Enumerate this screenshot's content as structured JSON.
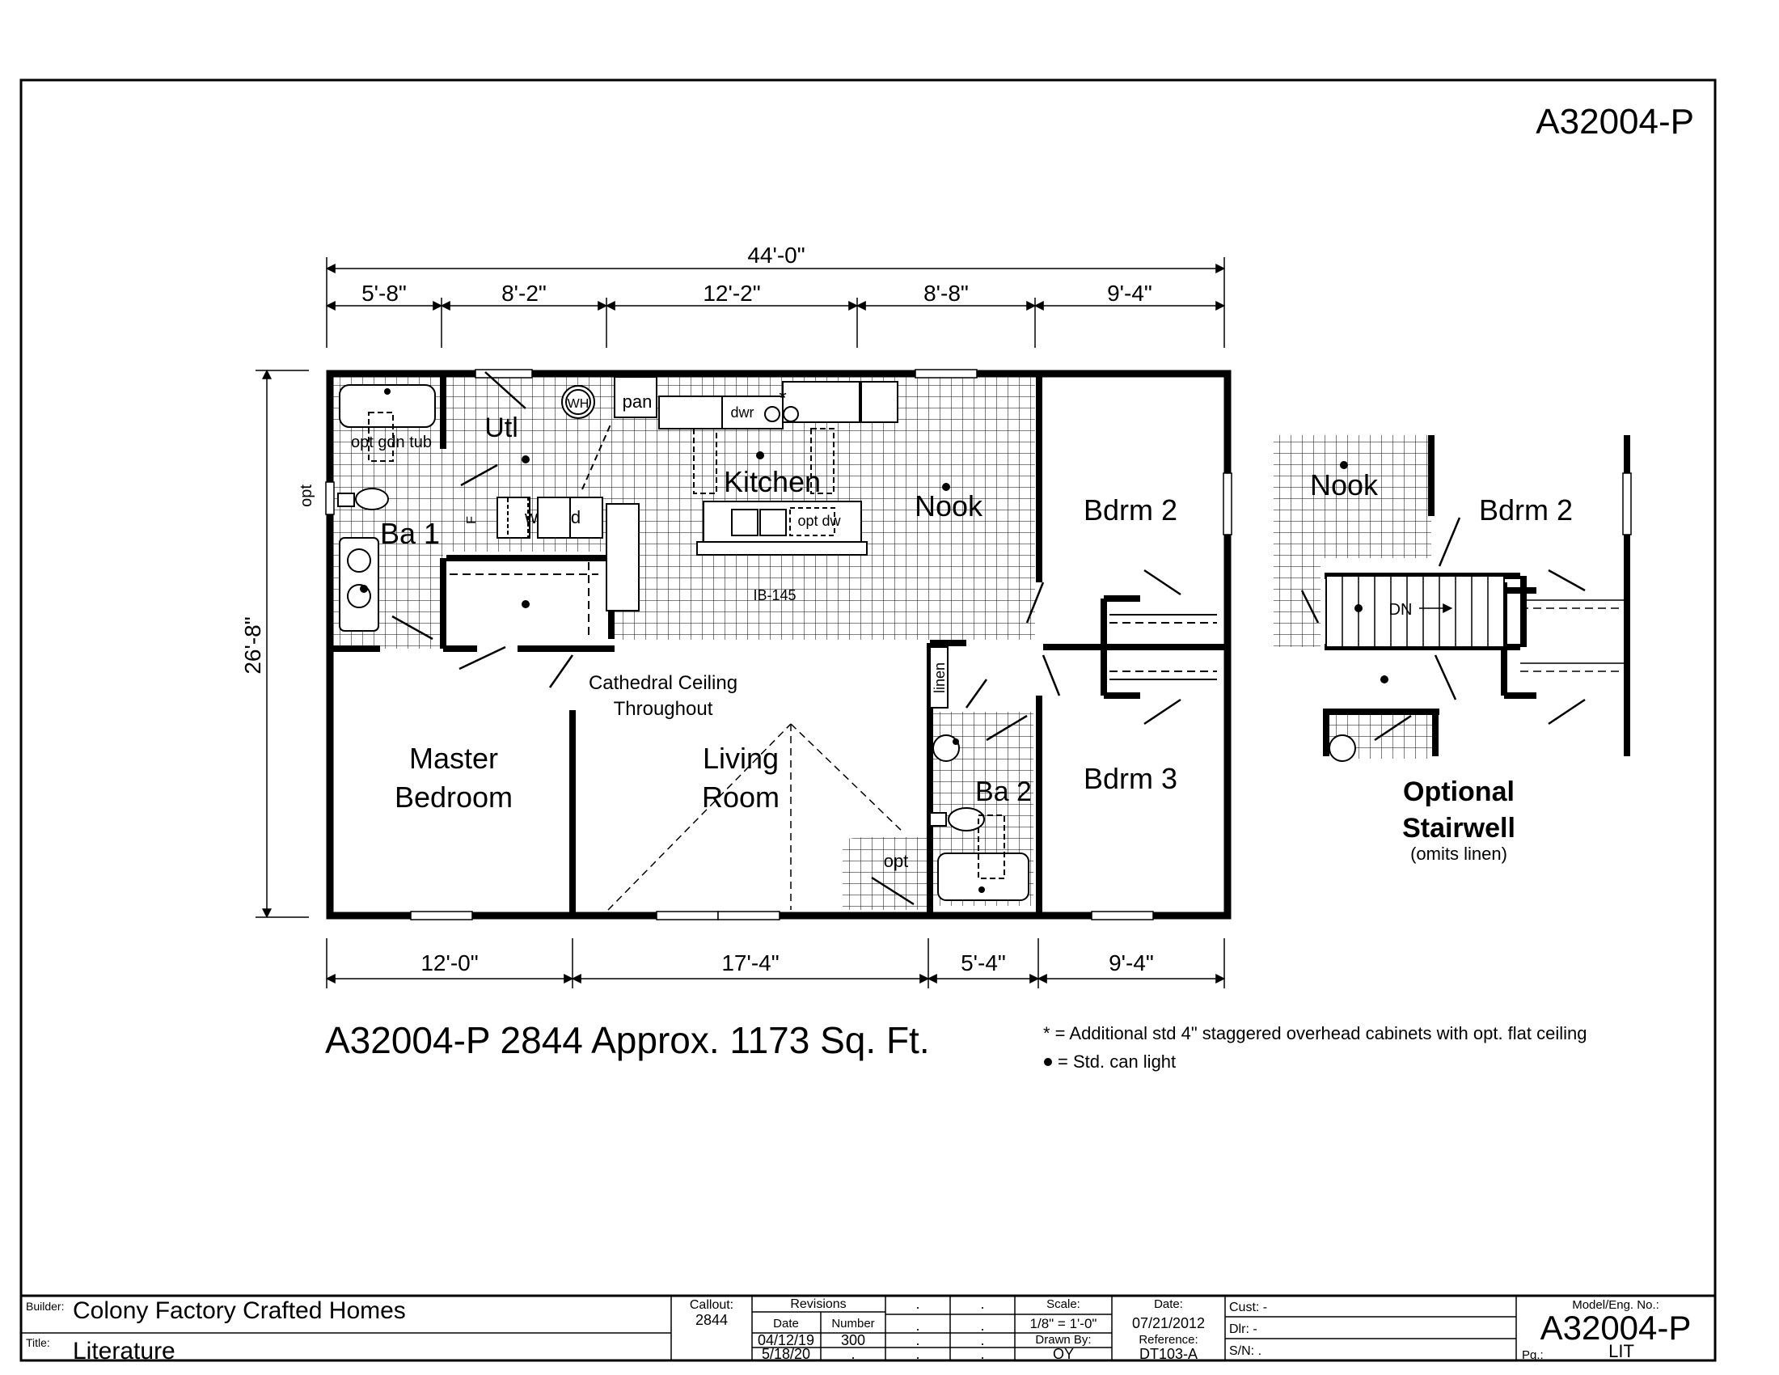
{
  "model_top": "A32004-P",
  "dimensions": {
    "overall_width": "44'-0\"",
    "top": [
      "5'-8\"",
      "8'-2\"",
      "12'-2\"",
      "8'-8\"",
      "9'-4\""
    ],
    "bottom": [
      "12'-0\"",
      "17'-4\"",
      "5'-4\"",
      "9'-4\""
    ],
    "depth": "26'-8\""
  },
  "labels": {
    "opt_window": "opt",
    "opt_tub": "opt gdn tub",
    "utl": "Utl",
    "wh": "WH",
    "pan": "pan",
    "dwr": "dwr",
    "star": "*",
    "kitchen": "Kitchen",
    "opt_dw": "opt dw",
    "island": "IB-145",
    "nook": "Nook",
    "bdrm2": "Bdrm 2",
    "ba1": "Ba 1",
    "f": "F",
    "w": "w",
    "d": "d",
    "cathedral_1": "Cathedral Ceiling",
    "cathedral_2": "Throughout",
    "master_1": "Master",
    "master_2": "Bedroom",
    "living_1": "Living",
    "living_2": "Room",
    "linen": "linen",
    "ba2": "Ba 2",
    "bdrm3": "Bdrm 3",
    "opt_fp": "opt"
  },
  "stairwell": {
    "nook": "Nook",
    "bdrm2": "Bdrm 2",
    "dn": "DN",
    "title_1": "Optional",
    "title_2": "Stairwell",
    "note": "(omits linen)"
  },
  "plan_caption": "A32004-P 2844  Approx. 1173 Sq. Ft.",
  "notes": {
    "cabinets": "* = Additional std 4\" staggered overhead cabinets with opt. flat ceiling",
    "can_light": "= Std. can light"
  },
  "title_block": {
    "builder_label": "Builder:",
    "builder": "Colony Factory Crafted Homes",
    "title_label": "Title:",
    "title": "Literature",
    "callout_label": "Callout:",
    "callout": "2844",
    "revisions_label": "Revisions",
    "date_label": "Date",
    "number_label": "Number",
    "rev1_date": "04/12/19",
    "rev1_number": "300",
    "rev2_date": "5/18/20",
    "rev2_number": ".",
    "dot": ".",
    "scale_label": "Scale:",
    "scale": "1/8\" = 1'-0\"",
    "drawn_label": "Drawn By:",
    "drawn": "OY",
    "date_label_2": "Date:",
    "date": "07/21/2012",
    "reference_label": "Reference:",
    "reference": "DT103-A",
    "cust": "Cust: -",
    "dlr": "Dlr:   -",
    "sn": "S/N:   .",
    "model_label": "Model/Eng. No.:",
    "model": "A32004-P",
    "pg_label": "Pg.:",
    "pg": "LIT"
  }
}
